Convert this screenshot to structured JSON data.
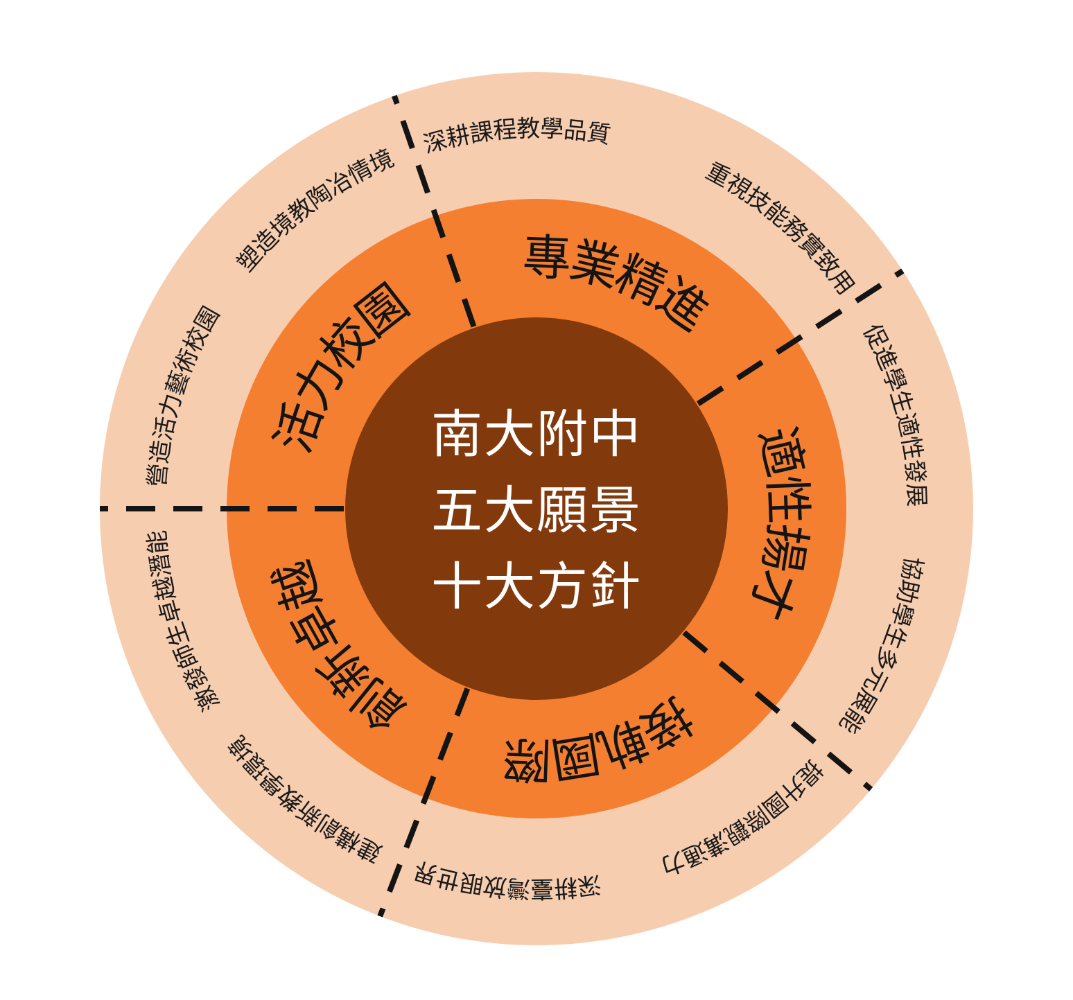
{
  "center": {
    "lines": [
      "南大附中",
      "五大願景",
      "十大方針"
    ]
  },
  "visions": [
    "專業精進",
    "適性揚才",
    "接軌國際",
    "創新卓越",
    "活力校園"
  ],
  "policies": [
    "深耕課程教學品質",
    "重視技能務實致用",
    "促進學生適性發展",
    "協助學生多元展能",
    "提升國際觀溝通力",
    "深耕臺灣放眼世界",
    "建構創新教學環境",
    "激發師生卓越潛能",
    "營造活力藝術校園",
    "塑造境教陶冶情境"
  ],
  "colors": {
    "outer_ring": "#f7cdb0",
    "middle_ring": "#f57f30",
    "core": "#82390c",
    "center_text": "#ffffff",
    "divider": "#141414"
  }
}
